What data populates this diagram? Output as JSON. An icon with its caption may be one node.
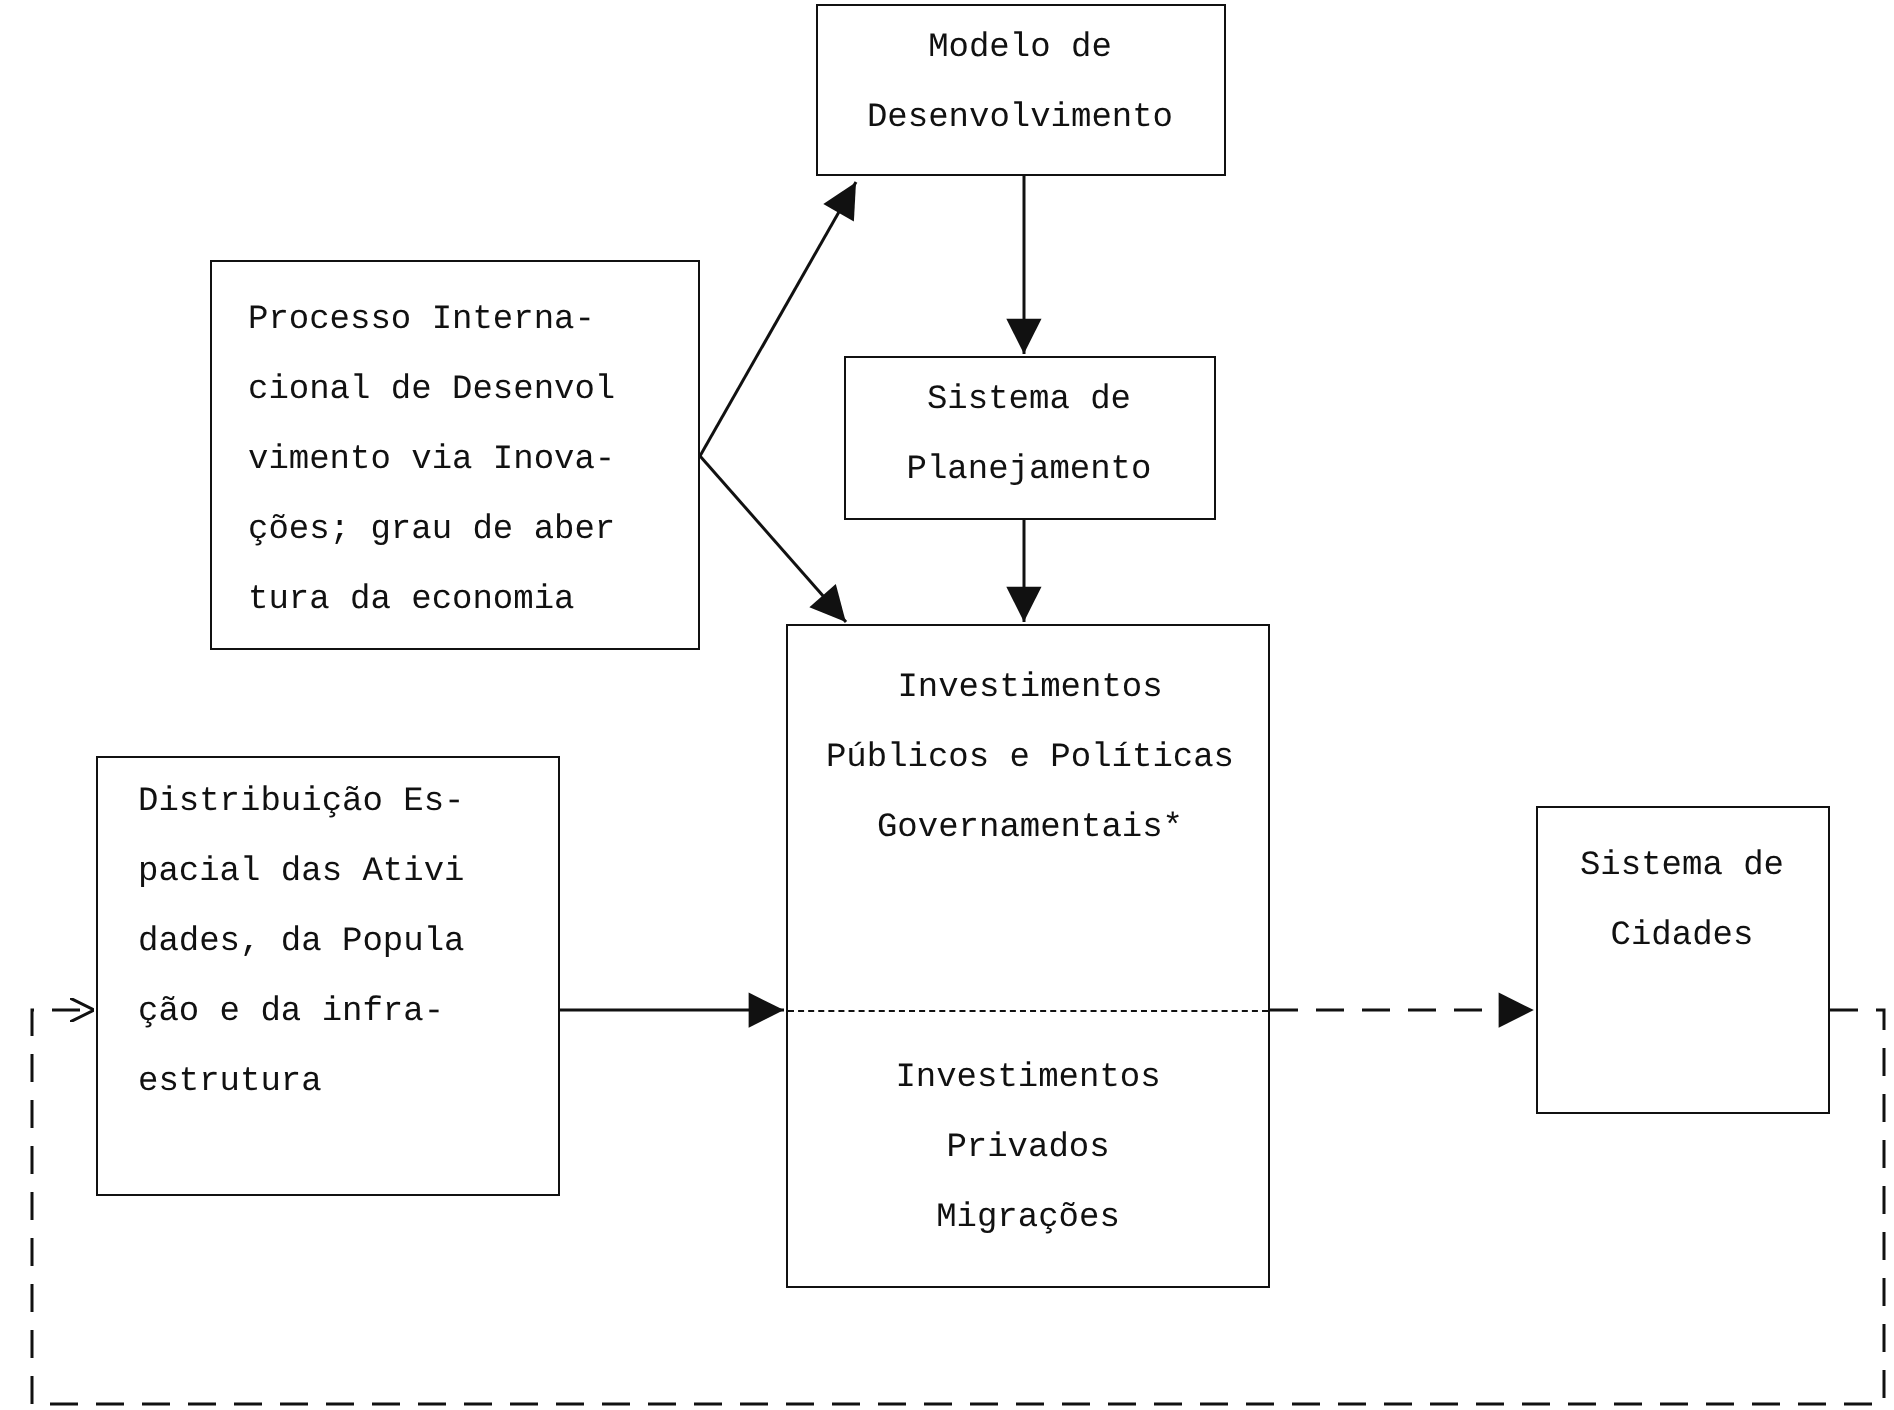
{
  "diagram": {
    "nodes": [
      {
        "text": [
          "Modelo de Desenvolvimento"
        ]
      },
      {
        "text": [
          "Processo Interna- cional de Desenvol vimento via Inova- ções; grau de aber tura da economia"
        ]
      },
      {
        "text": [
          "Sistema de Planejamento"
        ]
      },
      {
        "text": [
          "Investimentos Públicos e Políticas Governamentais*",
          "Investimentos Privados Migrações"
        ]
      },
      {
        "text": [
          "Distribuição Es- pacial das Ativi dades, da Popula ção e da infra- estrutura"
        ]
      },
      {
        "text": [
          "Sistema de Cidades"
        ]
      }
    ],
    "edges": [
      {
        "from": 1,
        "to": 0,
        "arrow": "to"
      },
      {
        "from": 1,
        "to": 3,
        "arrow": "to"
      },
      {
        "from": 0,
        "to": 2,
        "arrow": "to"
      },
      {
        "from": 2,
        "to": 3,
        "arrow": "to"
      },
      {
        "from": 4,
        "to": 3,
        "arrow": "to"
      },
      {
        "from": 3,
        "to": 5,
        "arrow": "to",
        "style": "dashed"
      },
      {
        "from": 5,
        "to": 4,
        "arrow": "to",
        "style": "dashed"
      }
    ]
  }
}
